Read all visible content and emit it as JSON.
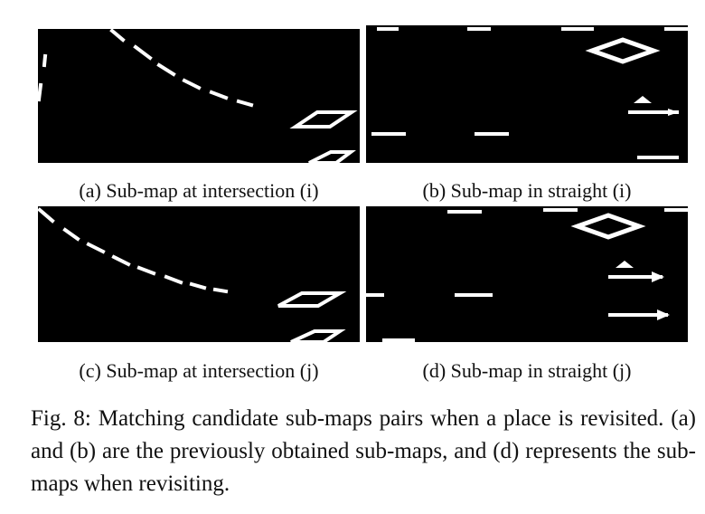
{
  "figure": {
    "panels": [
      {
        "id": "a",
        "caption": "(a) Sub-map at intersection (i)"
      },
      {
        "id": "b",
        "caption": "(b) Sub-map in straight (i)"
      },
      {
        "id": "c",
        "caption": "(c) Sub-map at intersection (j)"
      },
      {
        "id": "d",
        "caption": "(d) Sub-map in straight (j)"
      }
    ],
    "caption": "Fig. 8: Matching candidate sub-maps pairs when a place is revisited. (a) and (b) are the previously obtained sub-maps, and (d) represents the sub-maps when revisiting."
  }
}
